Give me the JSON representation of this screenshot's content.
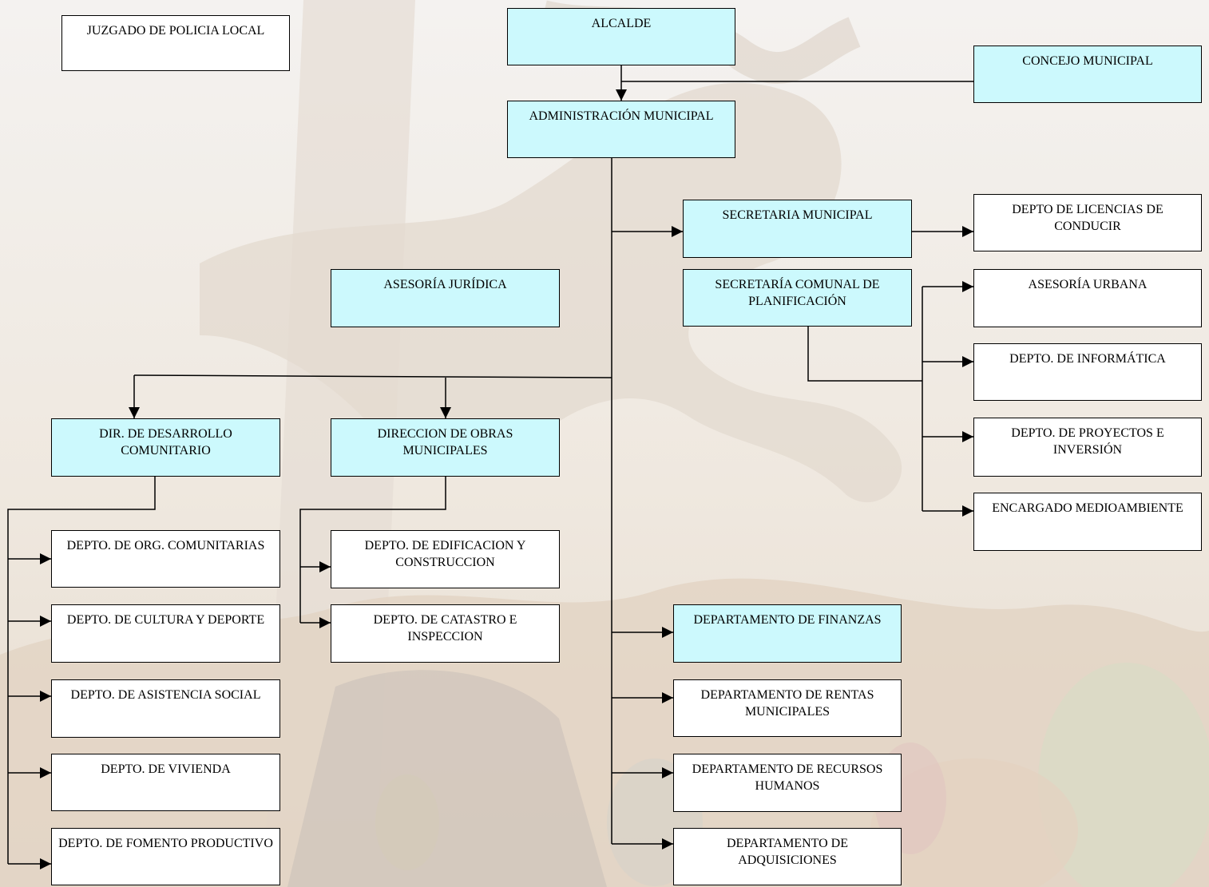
{
  "nodes": {
    "juzgado": "JUZGADO DE POLICIA LOCAL",
    "alcalde": "ALCALDE",
    "concejo": "CONCEJO MUNICIPAL",
    "administracion": "ADMINISTRACIÓN MUNICIPAL",
    "secretaria_municipal": "SECRETARIA  MUNICIPAL",
    "licencias": "DEPTO DE LICENCIAS DE CONDUCIR",
    "asesoria_juridica": "ASESORÍA JURÍDICA",
    "secplan": "SECRETARÍA  COMUNAL DE PLANIFICACIÓN",
    "asesoria_urbana": "ASESORÍA URBANA",
    "informatica": "DEPTO. DE INFORMÁTICA",
    "proyectos": "DEPTO. DE PROYECTOS E INVERSIÓN",
    "medioambiente": "ENCARGADO MEDIOAMBIENTE",
    "dideco": "DIR. DE DESARROLLO COMUNITARIO",
    "dom": "DIRECCION DE OBRAS MUNICIPALES",
    "org_comunitarias": "DEPTO. DE ORG. COMUNITARIAS",
    "cultura": "DEPTO. DE CULTURA Y DEPORTE",
    "asistencia": "DEPTO. DE ASISTENCIA SOCIAL",
    "vivienda": "DEPTO. DE VIVIENDA",
    "fomento": "DEPTO. DE FOMENTO PRODUCTIVO",
    "edificacion": "DEPTO. DE EDIFICACION Y CONSTRUCCION",
    "catastro": "DEPTO. DE CATASTRO E INSPECCION",
    "finanzas": "DEPARTAMENTO DE FINANZAS",
    "rentas": "DEPARTAMENTO DE RENTAS MUNICIPALES",
    "rrhh": "DEPARTAMENTO DE RECURSOS HUMANOS",
    "adquisiciones": "DEPARTAMENTO DE ADQUISICIONES"
  },
  "colors": {
    "highlight_box": "#ccf9fd",
    "plain_box": "#ffffff",
    "lines": "#000000"
  }
}
